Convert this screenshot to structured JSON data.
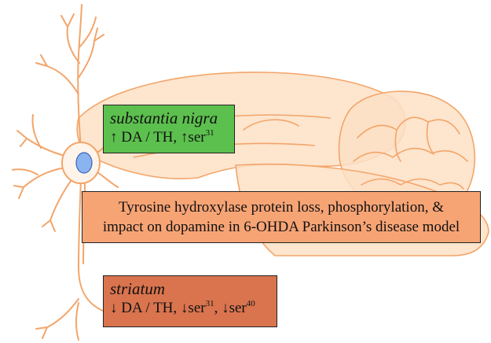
{
  "colors": {
    "outline": "#f3a56a",
    "brain_fill": "#fde0c5",
    "nucleus_fill": "#8ab4f0",
    "nucleus_stroke": "#3a63b8",
    "substantia_nigra_box": "#5cc04e",
    "title_box": "#f7a475",
    "striatum_box": "#d9744e"
  },
  "icons": {
    "brain": "brain-sagittal-icon",
    "neuron": "neuron-icon"
  },
  "substantia_nigra": {
    "name": "substantia nigra",
    "arrow_up": "↑",
    "da_th": " DA / TH, ",
    "ser": "ser",
    "site": "31"
  },
  "title": {
    "line1": "Tyrosine hydroxylase protein loss, phosphorylation, &",
    "line2": "impact on dopamine in 6-OHDA Parkinson’s disease model"
  },
  "striatum": {
    "name": "striatum",
    "arrow_down": "↓",
    "da_th": " DA / TH, ",
    "ser": "ser",
    "site1": "31",
    "separator": ", ",
    "site2": "40"
  }
}
